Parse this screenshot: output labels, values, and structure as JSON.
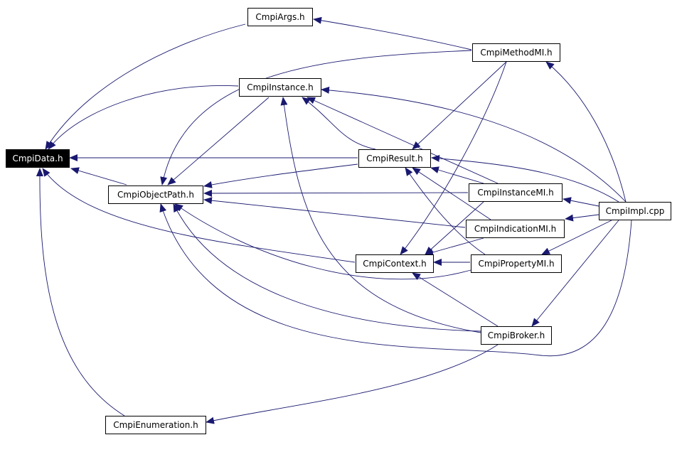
{
  "graph": {
    "edge_color": "#191970",
    "nodes": [
      {
        "id": "cmpidata",
        "label": "CmpiData.h",
        "highlight": true
      },
      {
        "id": "cmpiargs",
        "label": "CmpiArgs.h"
      },
      {
        "id": "cmpiinstance",
        "label": "CmpiInstance.h"
      },
      {
        "id": "cmpimethodmi",
        "label": "CmpiMethodMI.h"
      },
      {
        "id": "cmpiobjectpath",
        "label": "CmpiObjectPath.h"
      },
      {
        "id": "cmpiresult",
        "label": "CmpiResult.h"
      },
      {
        "id": "cmpiinstancemi",
        "label": "CmpiInstanceMI.h"
      },
      {
        "id": "cmpiimpl",
        "label": "CmpiImpl.cpp"
      },
      {
        "id": "cmpiindicationmi",
        "label": "CmpiIndicationMI.h"
      },
      {
        "id": "cmpicontext",
        "label": "CmpiContext.h"
      },
      {
        "id": "cmpipropertymi",
        "label": "CmpiPropertyMI.h"
      },
      {
        "id": "cmpibroker",
        "label": "CmpiBroker.h"
      },
      {
        "id": "cmpienumeration",
        "label": "CmpiEnumeration.h"
      }
    ],
    "edges": [
      {
        "from": "cmpiargs",
        "to": "cmpidata"
      },
      {
        "from": "cmpiinstance",
        "to": "cmpidata"
      },
      {
        "from": "cmpiresult",
        "to": "cmpidata"
      },
      {
        "from": "cmpiobjectpath",
        "to": "cmpidata"
      },
      {
        "from": "cmpicontext",
        "to": "cmpidata"
      },
      {
        "from": "cmpienumeration",
        "to": "cmpidata"
      },
      {
        "from": "cmpimethodmi",
        "to": "cmpiargs"
      },
      {
        "from": "cmpimethodmi",
        "to": "cmpiobjectpath"
      },
      {
        "from": "cmpimethodmi",
        "to": "cmpiresult"
      },
      {
        "from": "cmpimethodmi",
        "to": "cmpicontext"
      },
      {
        "from": "cmpiinstance",
        "to": "cmpiobjectpath"
      },
      {
        "from": "cmpiresult",
        "to": "cmpiinstance"
      },
      {
        "from": "cmpiresult",
        "to": "cmpiobjectpath"
      },
      {
        "from": "cmpiinstancemi",
        "to": "cmpiinstance"
      },
      {
        "from": "cmpiinstancemi",
        "to": "cmpiresult"
      },
      {
        "from": "cmpiinstancemi",
        "to": "cmpiobjectpath"
      },
      {
        "from": "cmpiinstancemi",
        "to": "cmpicontext"
      },
      {
        "from": "cmpiindicationmi",
        "to": "cmpiresult"
      },
      {
        "from": "cmpiindicationmi",
        "to": "cmpiobjectpath"
      },
      {
        "from": "cmpiindicationmi",
        "to": "cmpicontext"
      },
      {
        "from": "cmpipropertymi",
        "to": "cmpiresult"
      },
      {
        "from": "cmpipropertymi",
        "to": "cmpicontext"
      },
      {
        "from": "cmpipropertymi",
        "to": "cmpiobjectpath"
      },
      {
        "from": "cmpibroker",
        "to": "cmpiinstance"
      },
      {
        "from": "cmpibroker",
        "to": "cmpiobjectpath"
      },
      {
        "from": "cmpibroker",
        "to": "cmpicontext"
      },
      {
        "from": "cmpibroker",
        "to": "cmpienumeration"
      },
      {
        "from": "cmpiimpl",
        "to": "cmpimethodmi"
      },
      {
        "from": "cmpiimpl",
        "to": "cmpiinstance"
      },
      {
        "from": "cmpiimpl",
        "to": "cmpiresult"
      },
      {
        "from": "cmpiimpl",
        "to": "cmpiinstancemi"
      },
      {
        "from": "cmpiimpl",
        "to": "cmpiindicationmi"
      },
      {
        "from": "cmpiimpl",
        "to": "cmpipropertymi"
      },
      {
        "from": "cmpiimpl",
        "to": "cmpibroker"
      },
      {
        "from": "cmpiimpl",
        "to": "cmpiobjectpath"
      }
    ]
  }
}
